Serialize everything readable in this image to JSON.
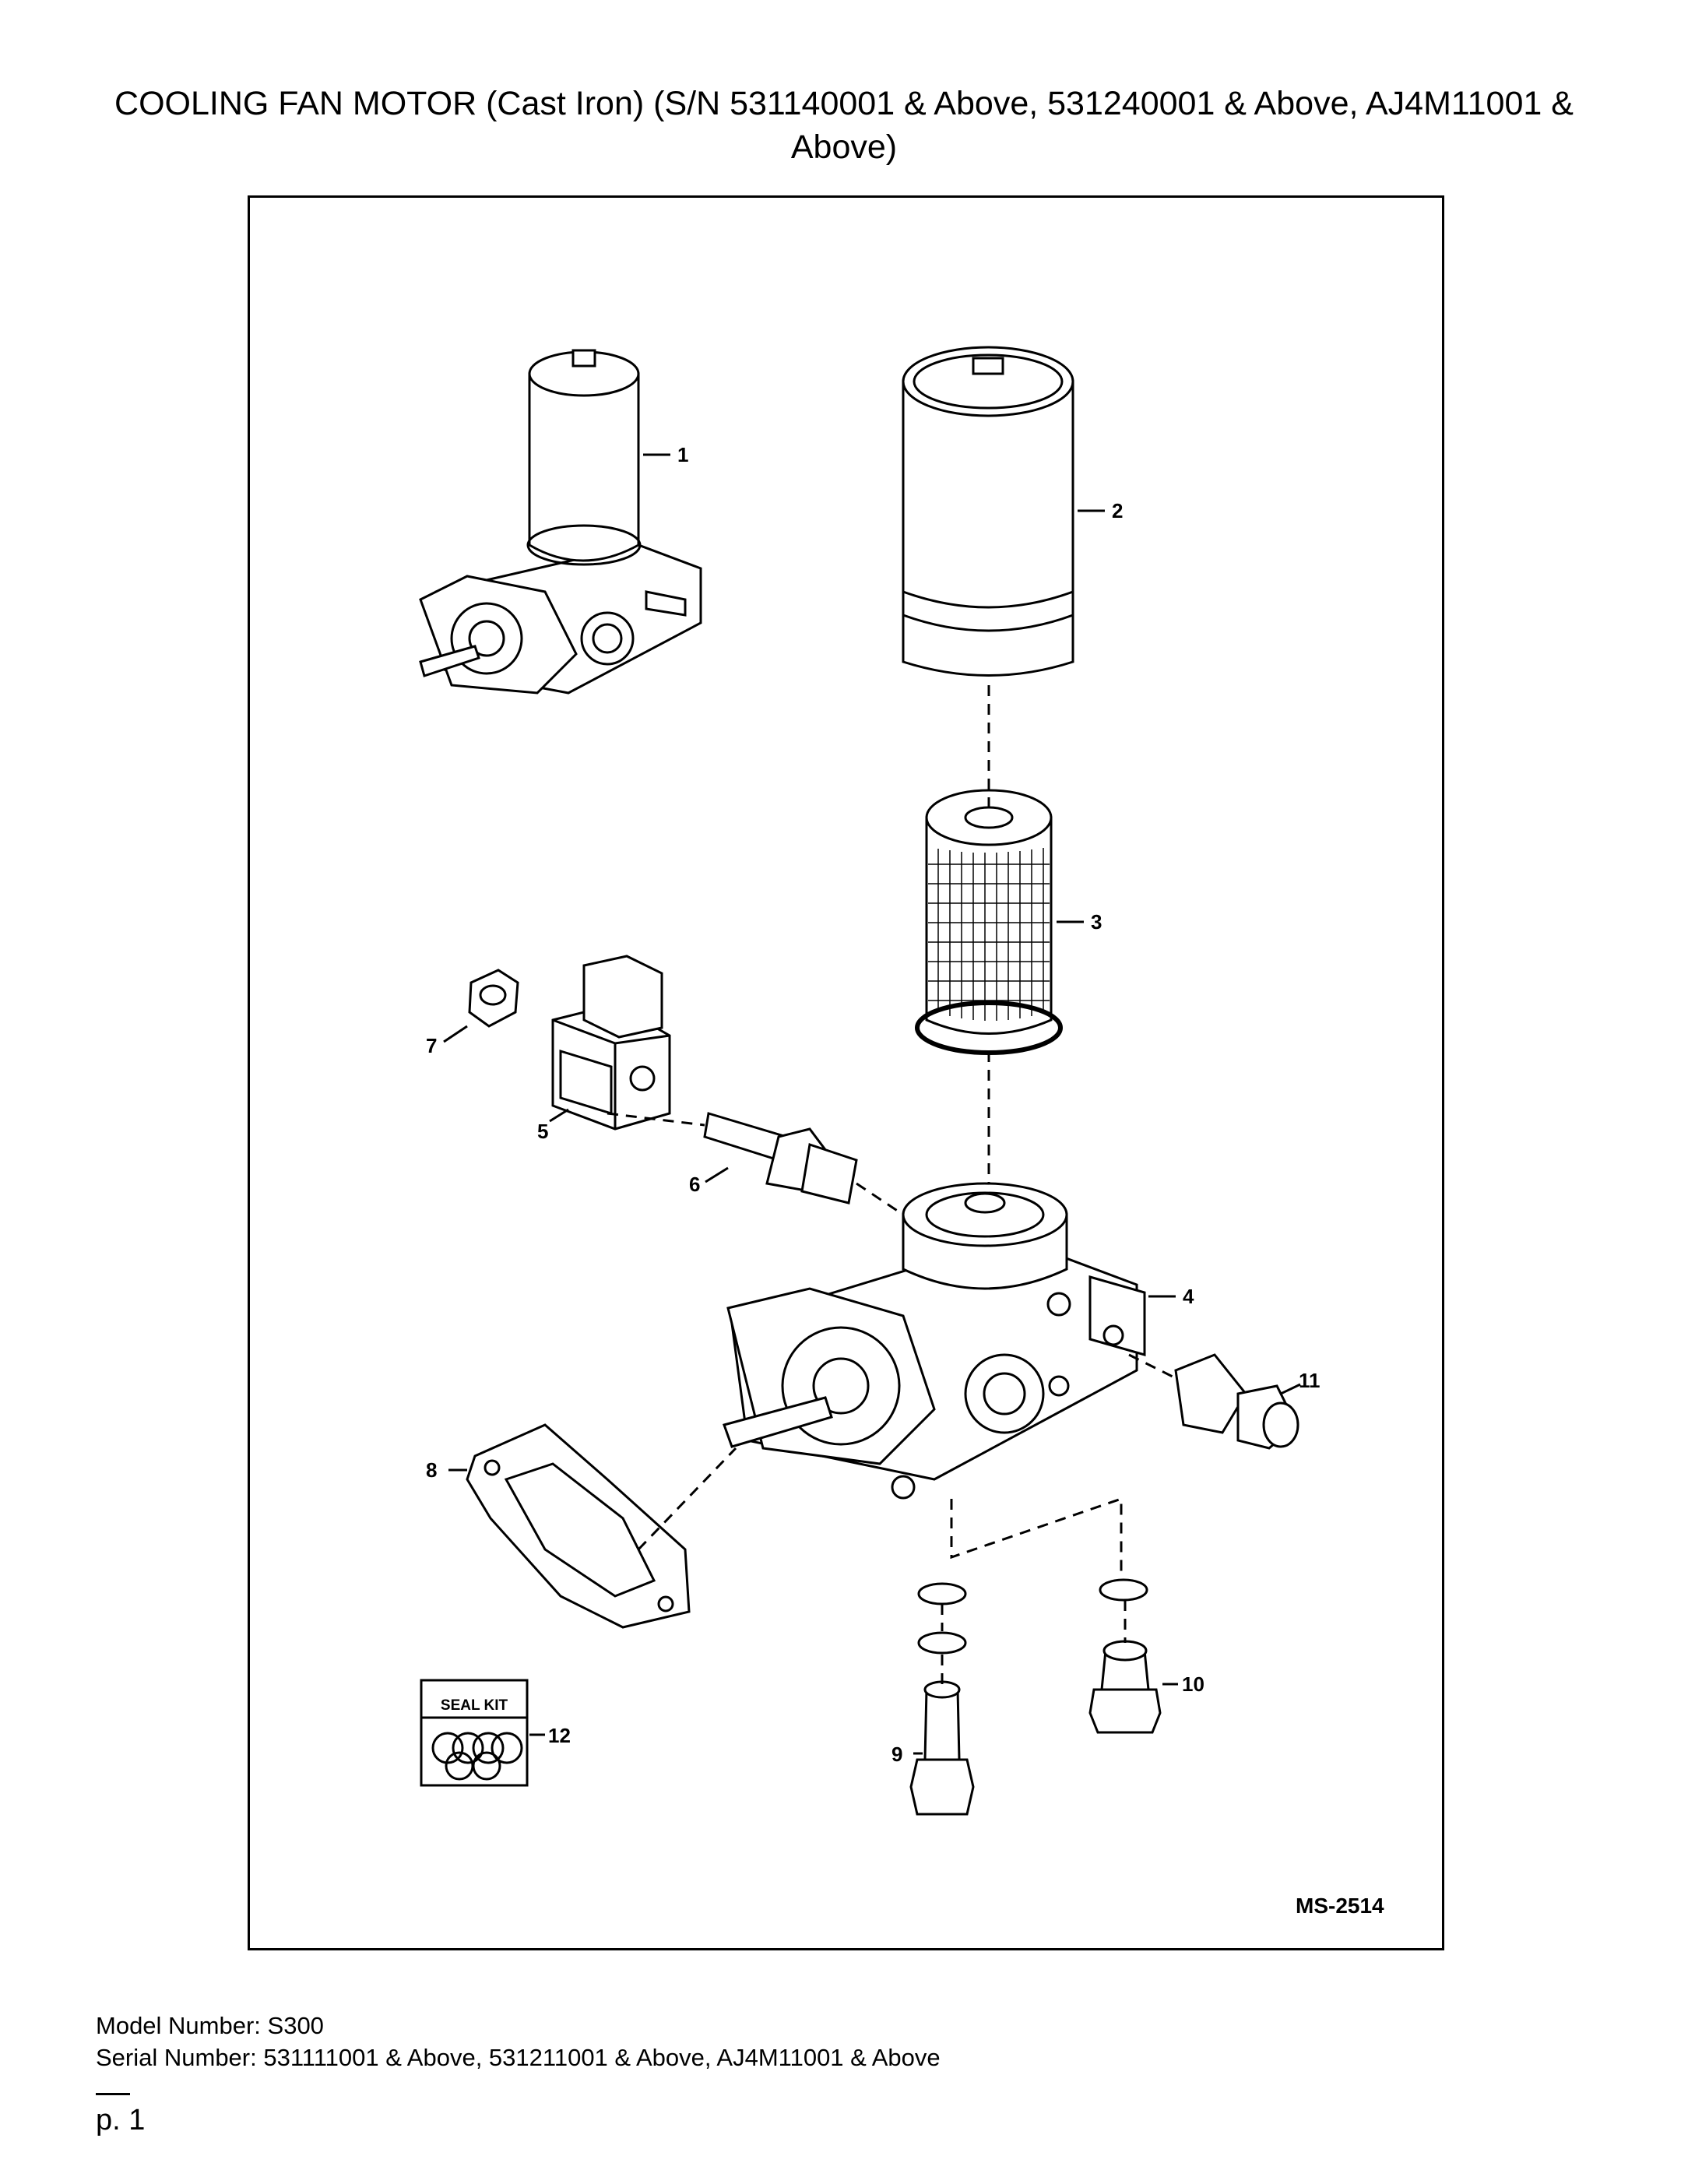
{
  "document": {
    "title": "COOLING FAN MOTOR (Cast Iron) (S/N 531140001 & Above, 531240001 & Above, AJ4M11001 & Above)",
    "drawing_id": "MS-2514",
    "model_number": "Model Number: S300",
    "serial_number": "Serial Number: 531111001 & Above, 531211001 & Above, AJ4M11001 & Above",
    "page": "p. 1"
  },
  "diagram": {
    "callouts": [
      "1",
      "2",
      "3",
      "4",
      "5",
      "6",
      "7",
      "8",
      "9",
      "10",
      "11",
      "12"
    ],
    "seal_kit_label": "SEAL KIT"
  }
}
